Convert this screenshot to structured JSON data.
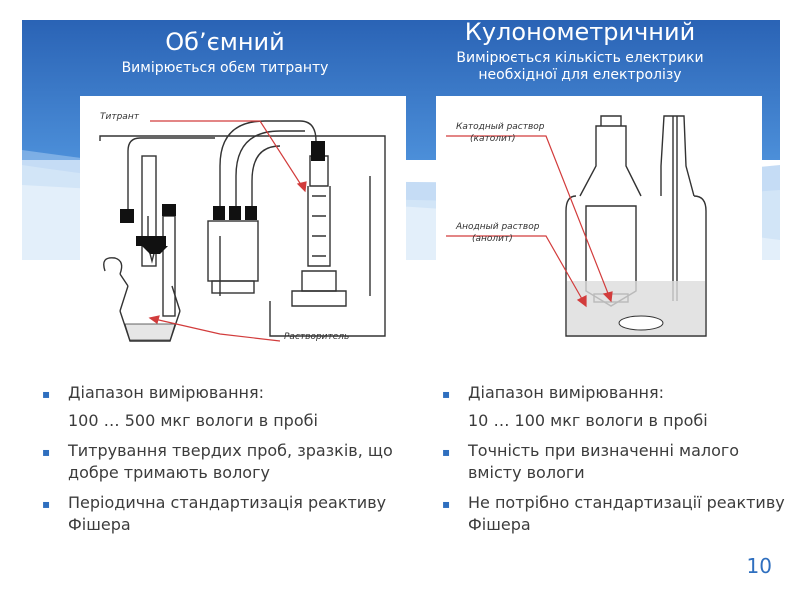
{
  "left": {
    "title": "Об’ємний",
    "subtitle": "Вимірюється обєм титранту",
    "figure_labels": {
      "titrant": "Титрант",
      "solvent": "Растворитель"
    },
    "bullets": [
      "Діапазон вимірювання:",
      "100 … 500 мкг вологи в пробі",
      "Титрування твердих проб, зразків, що добре тримають вологу",
      "Періодична стандартизація реактиву Фішера"
    ]
  },
  "right": {
    "title": "Кулонометричний",
    "subtitle": "Вимірюється кількість електрики необхідної для електролізу",
    "figure_labels": {
      "cathode": "Катодный раствор",
      "cathode2": "(католит)",
      "anode": "Анодный раствор",
      "anode2": "(анолит)"
    },
    "bullets": [
      "Діапазон вимірювання:",
      "10 … 100 мкг вологи в пробі",
      "Точність при визначенні малого вмісту вологи",
      "Не потрібно стандартизації реактиву Фішера"
    ]
  },
  "page_number": "10",
  "colors": {
    "banner": "#2f6fbf",
    "accent": "#2f6fbf",
    "arrow": "#d23c3c"
  }
}
